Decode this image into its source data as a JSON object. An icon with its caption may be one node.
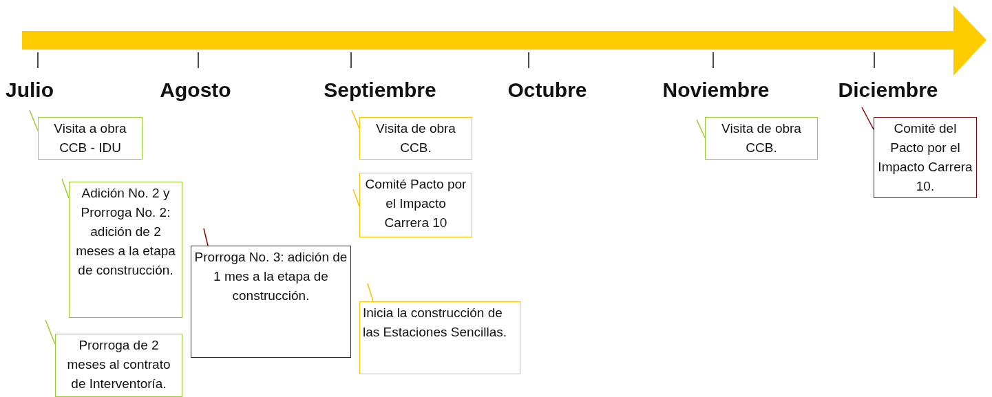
{
  "diagram": {
    "nodes": [
      {
        "text": [
          "Visita a obra CCB - IDU"
        ]
      },
      {
        "text": [
          "Adición No. 2 y Prorroga No. 2: adición de 2 meses a la etapa de construcción."
        ]
      },
      {
        "text": [
          "Prorroga de 2 meses al contrato de Interventoría."
        ]
      },
      {
        "text": [
          "Prorroga No. 3: adición de 1 mes a la etapa de construcción."
        ]
      },
      {
        "text": [
          "Visita de obra CCB."
        ]
      },
      {
        "text": [
          "Comité Pacto por el Impacto Carrera 10"
        ]
      },
      {
        "text": [
          "Inicia la construcción de las Estaciones Sencillas."
        ]
      },
      {
        "text": [
          "Visita de obra CCB."
        ]
      },
      {
        "text": [
          "Comité del Pacto por el Impacto Carrera 10."
        ]
      }
    ],
    "edges": [
      {
        "from": 0,
        "to": null,
        "arrow": "none"
      },
      {
        "from": 1,
        "to": null,
        "arrow": "none"
      },
      {
        "from": 2,
        "to": null,
        "arrow": "none"
      },
      {
        "from": 3,
        "to": null,
        "arrow": "none",
        "color": "#8b0000"
      },
      {
        "from": 4,
        "to": null,
        "arrow": "none",
        "color": "#ffc000"
      },
      {
        "from": 5,
        "to": null,
        "arrow": "none",
        "color": "#ffc000"
      },
      {
        "from": 6,
        "to": null,
        "arrow": "none",
        "color": "#ffc000"
      },
      {
        "from": 7,
        "to": null,
        "arrow": "none"
      },
      {
        "from": 8,
        "to": null,
        "arrow": "none",
        "color": "#8b0000"
      }
    ],
    "labels": [
      "Julio",
      "Agosto",
      "Septiembre",
      "Octubre",
      "Noviembre",
      "Diciembre"
    ]
  }
}
